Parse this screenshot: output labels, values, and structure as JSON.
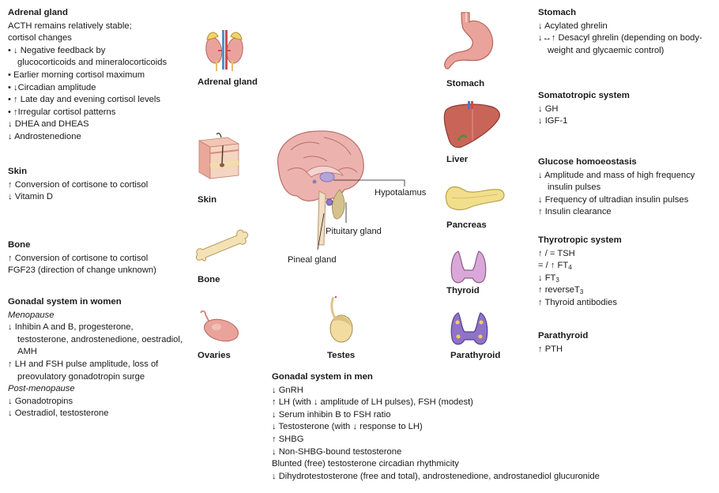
{
  "colors": {
    "accent": "#e8a5a0",
    "text": "#1a1a1a"
  },
  "adrenal": {
    "title": "Adrenal gland",
    "lines": [
      "ACTH remains relatively stable;",
      "cortisol changes",
      "• ↓ Negative feedback by",
      "glucocorticoids and mineralocorticoids",
      "• Earlier morning cortisol maximum",
      "• ↓Circadian amplitude",
      "• ↑ Late day and evening cortisol levels",
      "• ↑Irregular cortisol patterns",
      "↓ DHEA and DHEAS",
      "↓ Androstenedione"
    ]
  },
  "skin": {
    "title": "Skin",
    "lines": [
      "↑ Conversion of cortisone to cortisol",
      "↓ Vitamin D"
    ]
  },
  "bone": {
    "title": "Bone",
    "lines": [
      "↑ Conversion of cortisone to cortisol",
      "FGF23 (direction of change unknown)"
    ]
  },
  "gonadal_women": {
    "title": "Gonadal system in  women",
    "menopause_label": "Menopause",
    "menopause_lines": [
      "↓ Inhibin A and B, progesterone,",
      "testosterone, androstenedione, oestradiol,",
      "AMH",
      "↑ LH and FSH pulse amplitude, loss of",
      "preovulatory gonadotropin surge"
    ],
    "post_label": "Post-menopause",
    "post_lines": [
      "↓ Gonadotropins",
      "↓ Oestradiol, testosterone"
    ]
  },
  "gonadal_men": {
    "title": "Gonadal system in men",
    "lines": [
      "↓ GnRH",
      "↑ LH (with ↓ amplitude of LH pulses), FSH (modest)",
      "↓ Serum inhibin B to FSH ratio",
      "↓ Testosterone (with ↓ response to LH)",
      "↑ SHBG",
      "↓ Non-SHBG-bound testosterone",
      "Blunted (free) testosterone circadian rhythmicity",
      "↓ Dihydrotestosterone (free and total), androstenedione, androstanediol glucuronide"
    ]
  },
  "stomach": {
    "title": "Stomach",
    "lines": [
      "↓ Acylated ghrelin",
      "↓↔↑ Desacyl ghrelin (depending on body-",
      "weight and glycaemic control)"
    ]
  },
  "somatotropic": {
    "title": "Somatotropic system",
    "lines": [
      "↓ GH",
      "↓ IGF-1"
    ]
  },
  "glucose": {
    "title": "Glucose homoeostasis",
    "lines": [
      "↓ Amplitude and mass of high frequency",
      "insulin pulses",
      "↓ Frequency of ultradian insulin pulses",
      "↑ Insulin clearance"
    ]
  },
  "thyrotropic": {
    "title": "Thyrotropic system",
    "tsh": "↑ / = TSH",
    "ft4_prefix": "= / ↑ FT",
    "ft4_sub": "4",
    "ft3_prefix": "↓ FT",
    "ft3_sub": "3",
    "rt3_prefix": "↑ reverseT",
    "rt3_sub": "3",
    "antibodies": "↑ Thyroid antibodies"
  },
  "parathyroid_box": {
    "title": "Parathyroid",
    "lines": [
      "↑ PTH"
    ]
  },
  "organ_labels": {
    "adrenal": "Adrenal gland",
    "skin": "Skin",
    "bone": "Bone",
    "ovaries": "Ovaries",
    "testes": "Testes",
    "stomach": "Stomach",
    "liver": "Liver",
    "pancreas": "Pancreas",
    "thyroid": "Thyroid",
    "parathyroid": "Parathyroid"
  },
  "brain_labels": {
    "hypothalamus": "Hypotalamus",
    "pituitary": "Pituitary gland",
    "pineal": "Pineal gland"
  },
  "icons": [
    "adrenal-gland-icon",
    "skin-icon",
    "bone-icon",
    "ovary-icon",
    "testis-icon",
    "brain-icon",
    "stomach-icon",
    "liver-icon",
    "pancreas-icon",
    "thyroid-icon",
    "parathyroid-icon"
  ]
}
